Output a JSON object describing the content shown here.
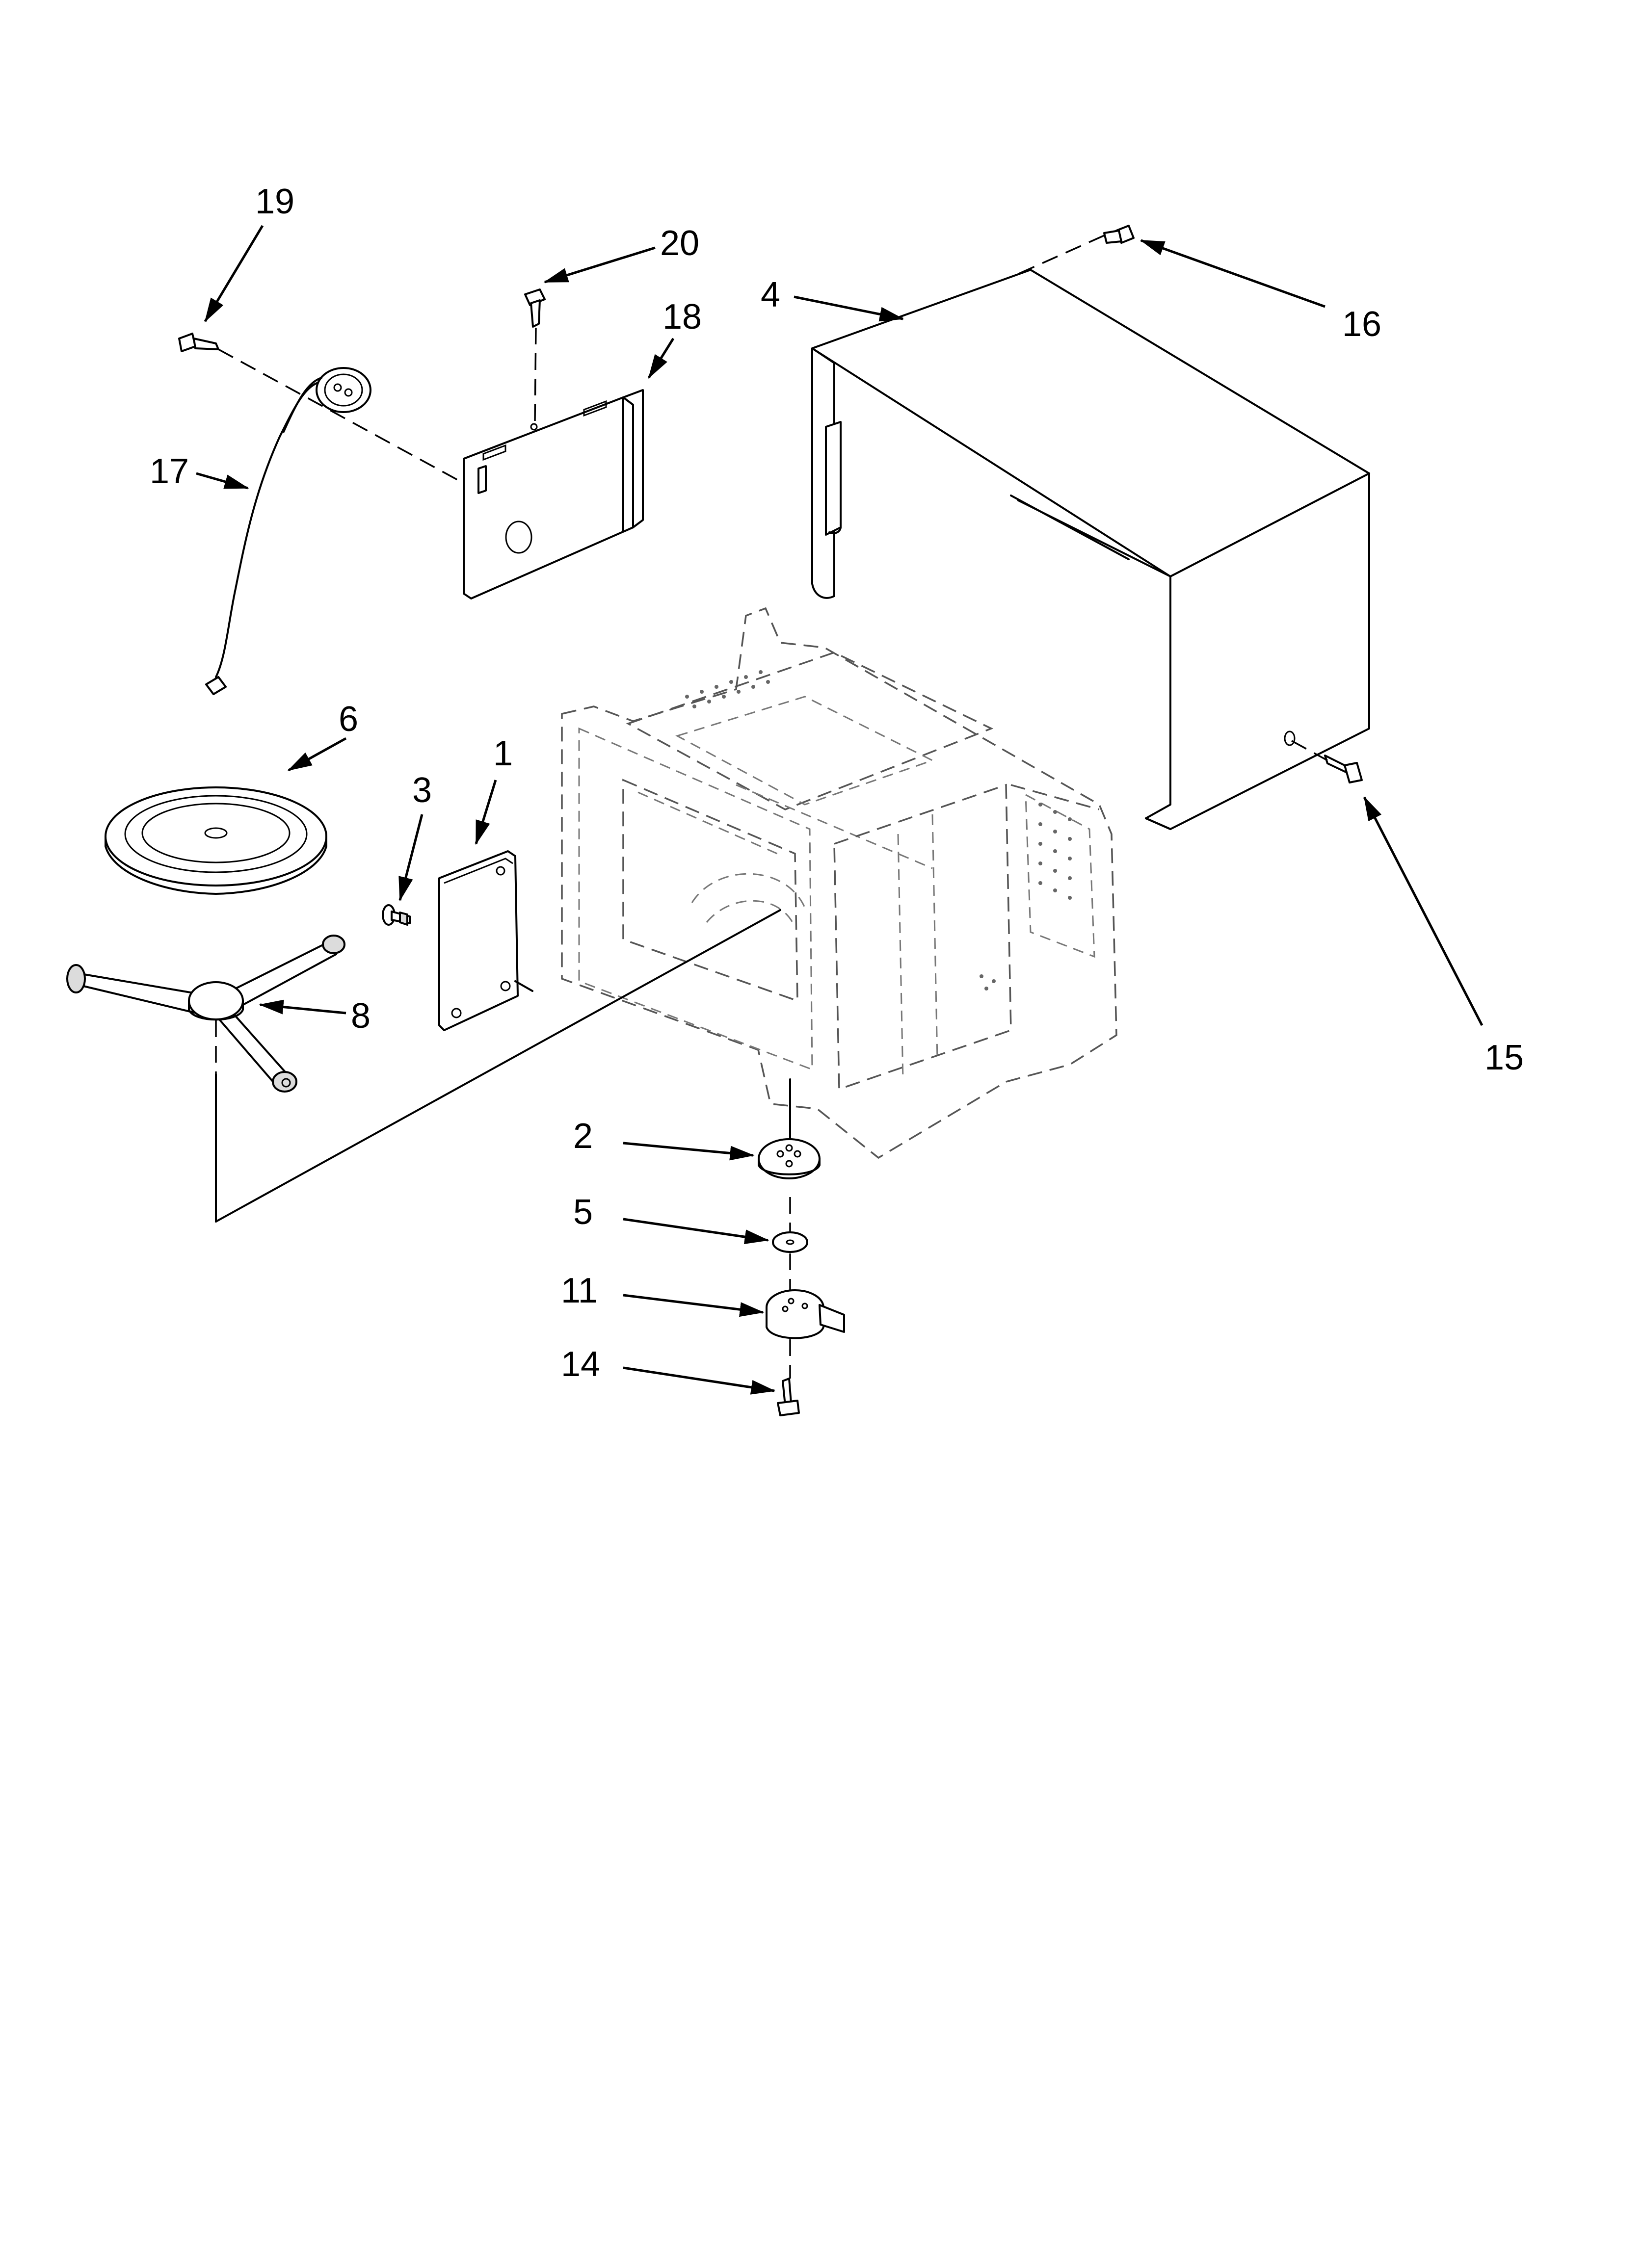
{
  "diagram": {
    "callouts": [
      {
        "id": "c19",
        "text": "19"
      },
      {
        "id": "c20",
        "text": "20"
      },
      {
        "id": "c18",
        "text": "18"
      },
      {
        "id": "c4",
        "text": "4"
      },
      {
        "id": "c16",
        "text": "16"
      },
      {
        "id": "c17",
        "text": "17"
      },
      {
        "id": "c6",
        "text": "6"
      },
      {
        "id": "c1",
        "text": "1"
      },
      {
        "id": "c3",
        "text": "3"
      },
      {
        "id": "c8",
        "text": "8"
      },
      {
        "id": "c15",
        "text": "15"
      },
      {
        "id": "c2",
        "text": "2"
      },
      {
        "id": "c5",
        "text": "5"
      },
      {
        "id": "c11",
        "text": "11"
      },
      {
        "id": "c14",
        "text": "14"
      }
    ]
  }
}
